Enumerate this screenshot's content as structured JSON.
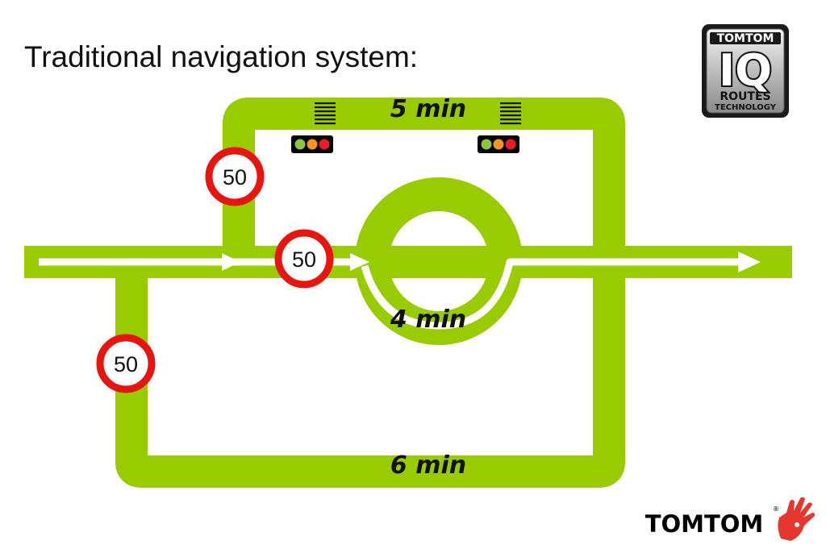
{
  "title": "Traditional navigation system:",
  "routes": {
    "top": {
      "time_label": "5 min"
    },
    "middle": {
      "time_label": "4 min"
    },
    "bottom": {
      "time_label": "6 min"
    }
  },
  "speed_signs": [
    "50",
    "50",
    "50"
  ],
  "traffic_lights": [
    {
      "lights": [
        "green",
        "orange",
        "red"
      ]
    },
    {
      "lights": [
        "green",
        "orange",
        "red"
      ]
    }
  ],
  "badge": {
    "line1": "TOMTOM",
    "line2": "IQ",
    "line3": "ROUTES",
    "line4": "TECHNOLOGY"
  },
  "brand": {
    "name": "TOMTOM",
    "mark": "®"
  },
  "colors": {
    "road": "#99cc00",
    "sign_ring": "#e8140e",
    "light_green": "#8cc63f",
    "light_orange": "#f7941d",
    "light_red": "#ed1c24",
    "brand_red": "#e5362f"
  }
}
